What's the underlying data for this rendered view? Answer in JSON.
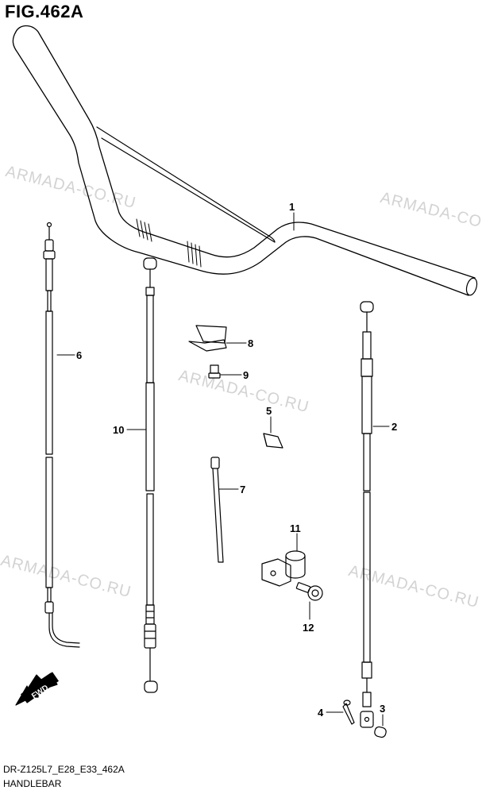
{
  "figure": {
    "title": "FIG.462A",
    "model_code": "DR-Z125L7_E28_E33_462A",
    "section_name": "HANDLEBAR"
  },
  "watermark": "ARMADA-CO.RU",
  "direction_marker": "FWD",
  "parts": [
    {
      "no": "1"
    },
    {
      "no": "2"
    },
    {
      "no": "3"
    },
    {
      "no": "4"
    },
    {
      "no": "5"
    },
    {
      "no": "6"
    },
    {
      "no": "7"
    },
    {
      "no": "8"
    },
    {
      "no": "9"
    },
    {
      "no": "10"
    },
    {
      "no": "11"
    },
    {
      "no": "12"
    }
  ],
  "colors": {
    "line": "#000000",
    "watermark": "#d3d3d3",
    "background": "#ffffff"
  }
}
